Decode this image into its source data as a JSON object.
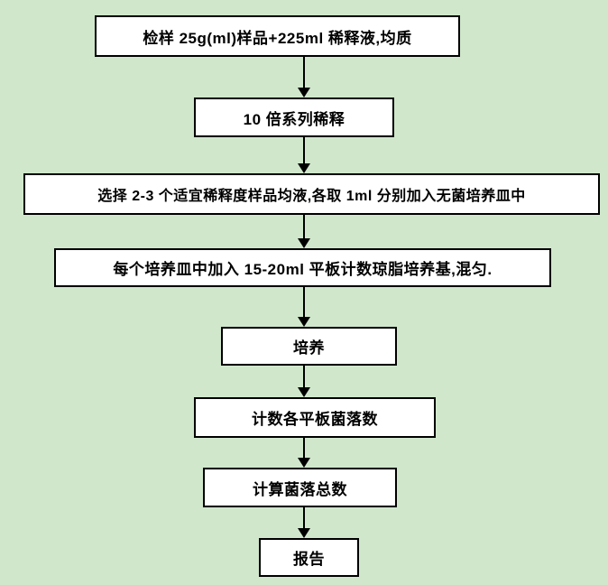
{
  "page": {
    "background_color": "#d0e7cb",
    "box_fill_color": "#ffffff",
    "box_border_color": "#000000",
    "text_color": "#000000",
    "arrow_color": "#000000"
  },
  "flowchart": {
    "type": "vertical-process-flow",
    "direction": "top-down",
    "steps": [
      {
        "id": 1,
        "label": "检样 25g(ml)样品+225ml 稀释液,均质"
      },
      {
        "id": 2,
        "label": "10 倍系列稀释"
      },
      {
        "id": 3,
        "label": "选择 2-3 个适宜稀释度样品均液,各取 1ml 分别加入无菌培养皿中"
      },
      {
        "id": 4,
        "label": "每个培养皿中加入 15-20ml 平板计数琼脂培养基,混匀."
      },
      {
        "id": 5,
        "label": "培养"
      },
      {
        "id": 6,
        "label": "计数各平板菌落数"
      },
      {
        "id": 7,
        "label": "计算菌落总数"
      },
      {
        "id": 8,
        "label": "报告"
      }
    ],
    "connections": [
      {
        "from": 1,
        "to": 2
      },
      {
        "from": 2,
        "to": 3
      },
      {
        "from": 3,
        "to": 4
      },
      {
        "from": 4,
        "to": 5
      },
      {
        "from": 5,
        "to": 6
      },
      {
        "from": 6,
        "to": 7
      },
      {
        "from": 7,
        "to": 8
      }
    ]
  }
}
